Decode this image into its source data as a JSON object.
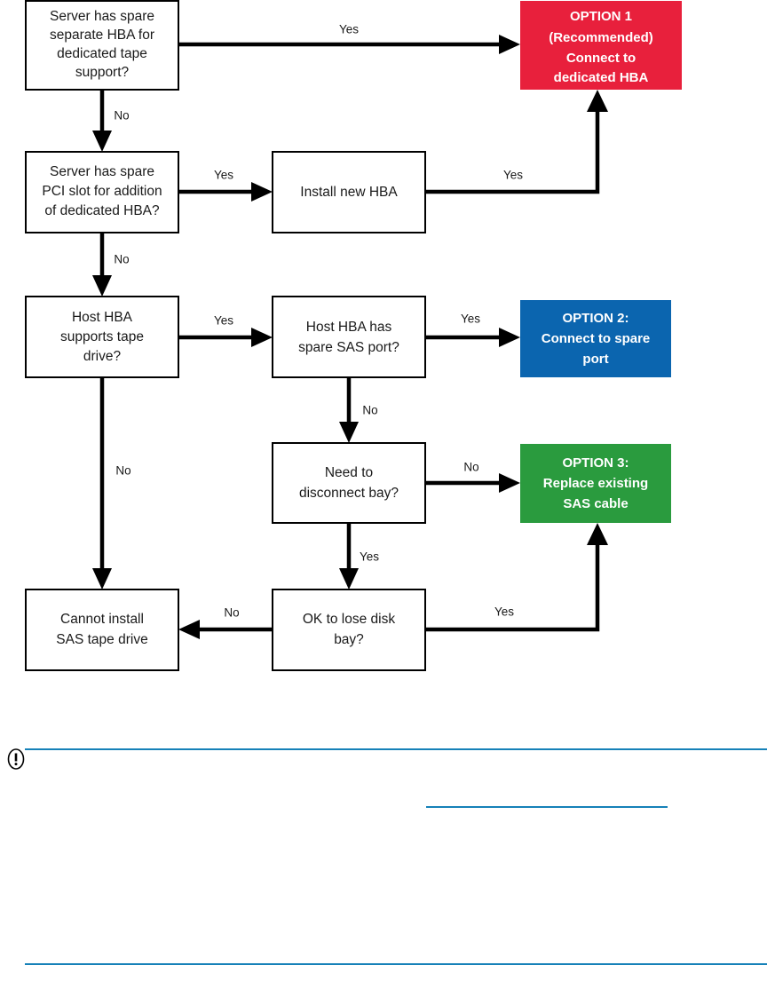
{
  "document": {
    "type": "decision-flowchart",
    "title": "SAS tape drive connection decision flow"
  },
  "flowchart": {
    "decision_nodes": [
      {
        "id": "d1",
        "label_lines": [
          "Server has spare",
          "separate HBA for",
          "dedicated tape",
          "support?"
        ]
      },
      {
        "id": "d2",
        "label_lines": [
          "Server has spare",
          "PCI slot for addition",
          "of dedicated HBA?"
        ]
      },
      {
        "id": "d3",
        "label_lines": [
          "Host HBA",
          "supports tape",
          "drive?"
        ]
      },
      {
        "id": "d4",
        "label_lines": [
          "Host HBA has",
          "spare SAS port?"
        ]
      },
      {
        "id": "d5",
        "label_lines": [
          "Need to",
          "disconnect bay?"
        ]
      },
      {
        "id": "d6",
        "label_lines": [
          "OK to lose disk",
          "bay?"
        ]
      }
    ],
    "process_nodes": [
      {
        "id": "p1",
        "label_lines": [
          "Install new HBA"
        ]
      },
      {
        "id": "p2",
        "label_lines": [
          "Cannot install",
          "SAS tape drive"
        ]
      }
    ],
    "outcome_nodes": [
      {
        "id": "opt1",
        "color": "#E8203C",
        "label_lines": [
          "OPTION 1",
          "(Recommended)",
          "Connect to",
          "dedicated HBA"
        ]
      },
      {
        "id": "opt2",
        "color": "#0B65AF",
        "label_lines": [
          "OPTION 2:",
          "Connect to spare",
          "port"
        ]
      },
      {
        "id": "opt3",
        "color": "#2A9B3E",
        "label_lines": [
          "OPTION 3:",
          "Replace existing",
          "SAS cable"
        ]
      }
    ],
    "edge_labels": {
      "d1_yes": "Yes",
      "d1_no": "No",
      "d2_yes": "Yes",
      "d2_no": "No",
      "p1_yes": "Yes",
      "d3_yes": "Yes",
      "d3_no": "No",
      "d4_yes": "Yes",
      "d4_no": "No",
      "d5_no": "No",
      "d5_yes": "Yes",
      "d6_no": "No",
      "d6_yes": "Yes"
    }
  },
  "note": {
    "icon": "important-notice-icon",
    "rule_color": "#1681b8"
  }
}
